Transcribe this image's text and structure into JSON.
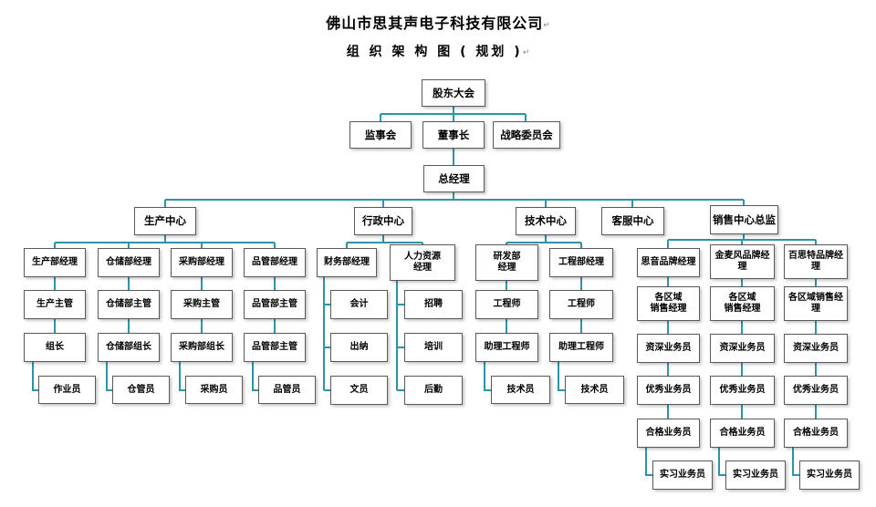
{
  "page": {
    "title": "佛山市思其声电子科技有限公司",
    "subtitle": "组 织 架 构 图 ( 规划 )",
    "return_mark": "↵"
  },
  "colors": {
    "connector": "#2E95A8",
    "box_border": "#595959",
    "text": "#000000",
    "background": "#FFFFFF"
  },
  "org": {
    "shareholders": "股东大会",
    "board": [
      "监事会",
      "董事长",
      "战略委员会"
    ],
    "general_manager": "总经理",
    "centers": [
      "生产中心",
      "行政中心",
      "技术中心",
      "客服中心",
      "销售中心总监"
    ],
    "production": {
      "cols": [
        [
          "生产部经理",
          "生产主管",
          "组长",
          "作业员"
        ],
        [
          "仓储部经理",
          "仓储部主管",
          "仓储部组长",
          "仓管员"
        ],
        [
          "采购部经理",
          "采购主管",
          "采购部组长",
          "采购员"
        ],
        [
          "品管部经理",
          "品管部主管",
          "品管部主管",
          "品管员"
        ]
      ]
    },
    "admin": {
      "cols": [
        [
          "财务部经理",
          "会计",
          "出纳",
          "文员"
        ],
        [
          "人力资源\n经理",
          "招聘",
          "培训",
          "后勤"
        ]
      ]
    },
    "tech": {
      "cols": [
        [
          "研发部\n经理",
          "工程师",
          "助理工程师",
          "技术员"
        ],
        [
          "工程部经理",
          "工程师",
          "助理工程师",
          "技术员"
        ]
      ]
    },
    "sales": {
      "cols": [
        [
          "思音品牌经理",
          "各区域\n销售经理",
          "资深业务员",
          "优秀业务员",
          "合格业务员",
          "实习业务员"
        ],
        [
          "金麦风品牌经\n理",
          "各区域\n销售经理",
          "资深业务员",
          "优秀业务员",
          "合格业务员",
          "实习业务员"
        ],
        [
          "百思特品牌经\n理",
          "各区域销售经\n理",
          "资深业务员",
          "优秀业务员",
          "合格业务员",
          "实习业务员"
        ]
      ]
    }
  }
}
